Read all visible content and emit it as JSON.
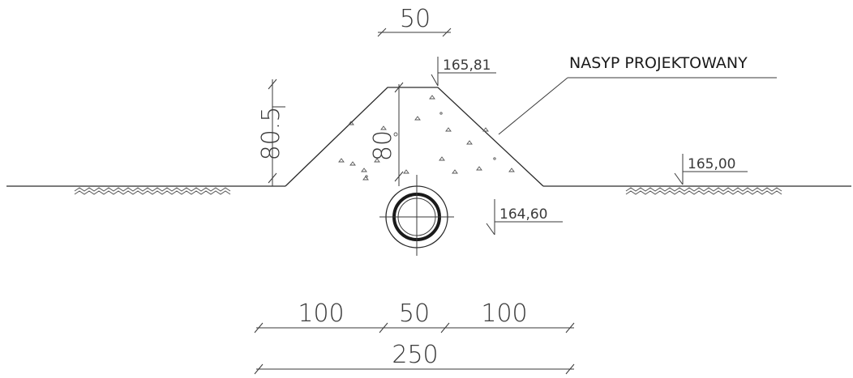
{
  "callout": {
    "label": "NASYP PROJEKTOWANY"
  },
  "elevations": {
    "top": "165,81",
    "ground": "165,00",
    "pipe": "164,60"
  },
  "dimensions": {
    "top_width": "50",
    "embankment_height_outer": "80.5",
    "embankment_height_inner": "80",
    "bottom_left": "100",
    "bottom_middle": "50",
    "bottom_right": "100",
    "total": "250"
  }
}
